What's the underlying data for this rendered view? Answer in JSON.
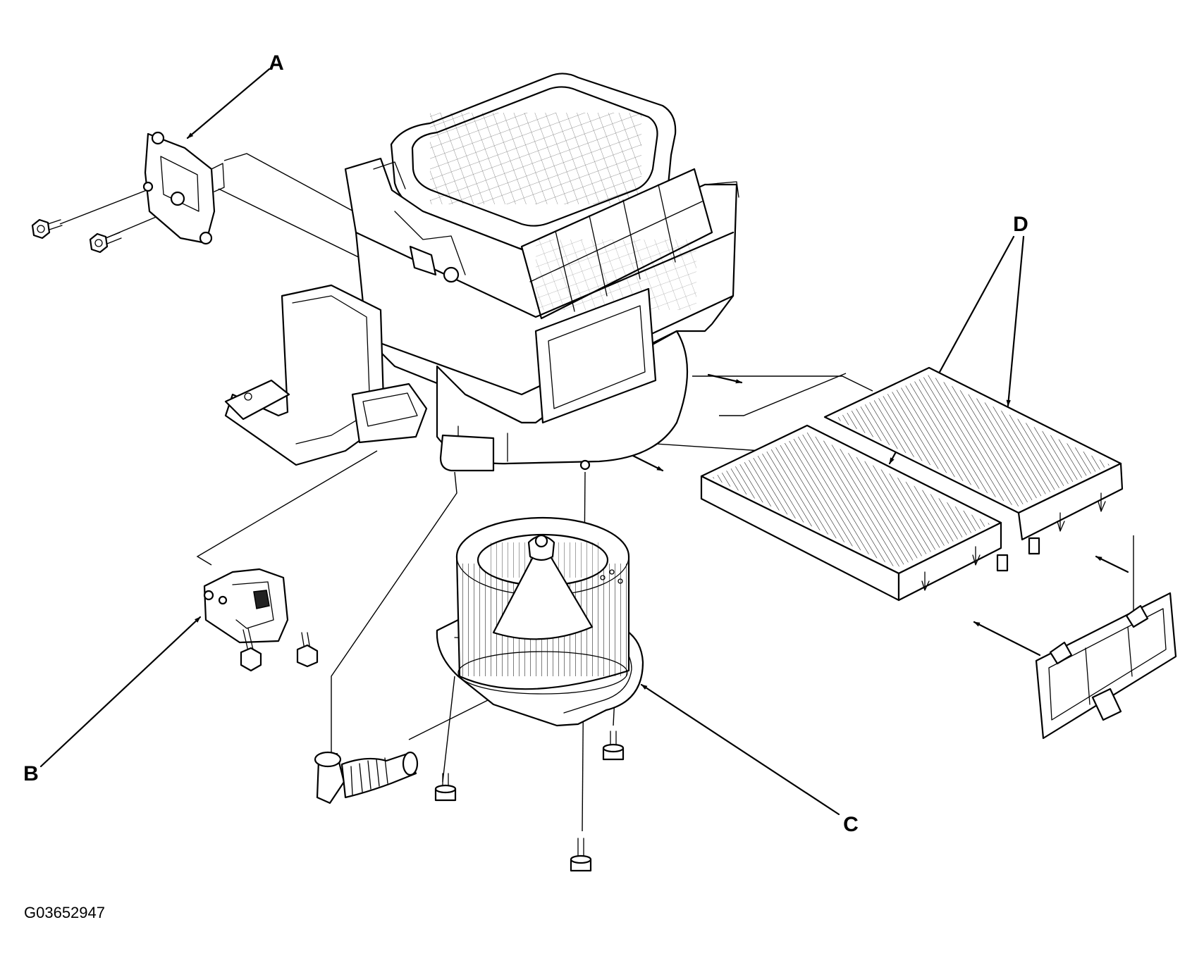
{
  "figure_id": "G03652947",
  "callouts": {
    "a": "A",
    "b": "B",
    "c": "C",
    "d": "D"
  }
}
